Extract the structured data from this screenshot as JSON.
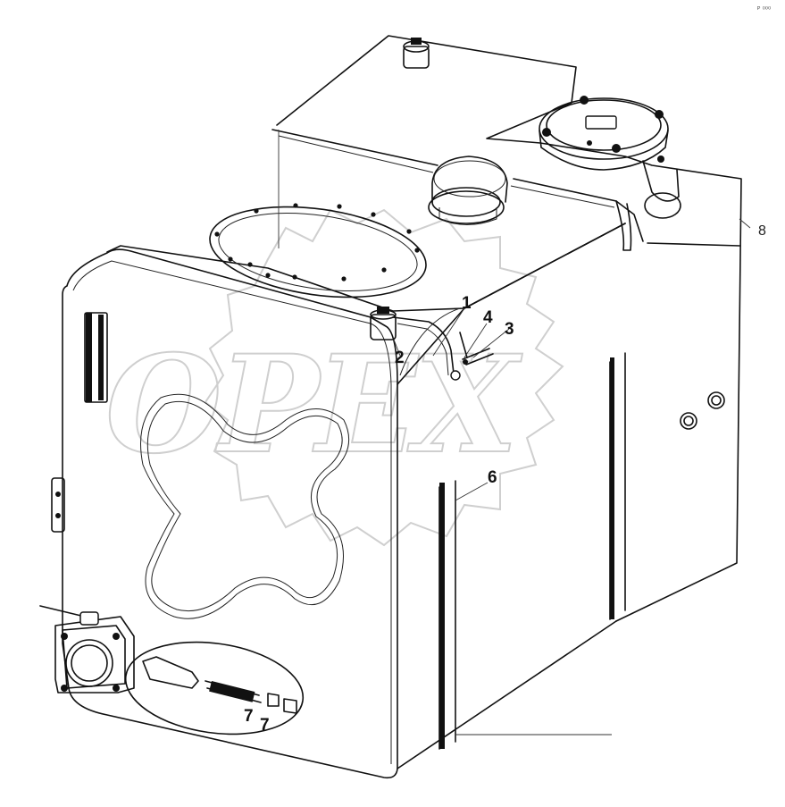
{
  "watermark": {
    "text": "OPEX"
  },
  "corner_mark": "ᴾ ⁰⁰⁰",
  "callouts": {
    "c1": "1",
    "c2": "2",
    "c3": "3",
    "c4": "4",
    "c6": "6",
    "c7a": "7",
    "c7b": "7",
    "c8": "8"
  },
  "colors": {
    "line": "#111111",
    "watermark": "#cfcfcf",
    "background": "#ffffff"
  }
}
